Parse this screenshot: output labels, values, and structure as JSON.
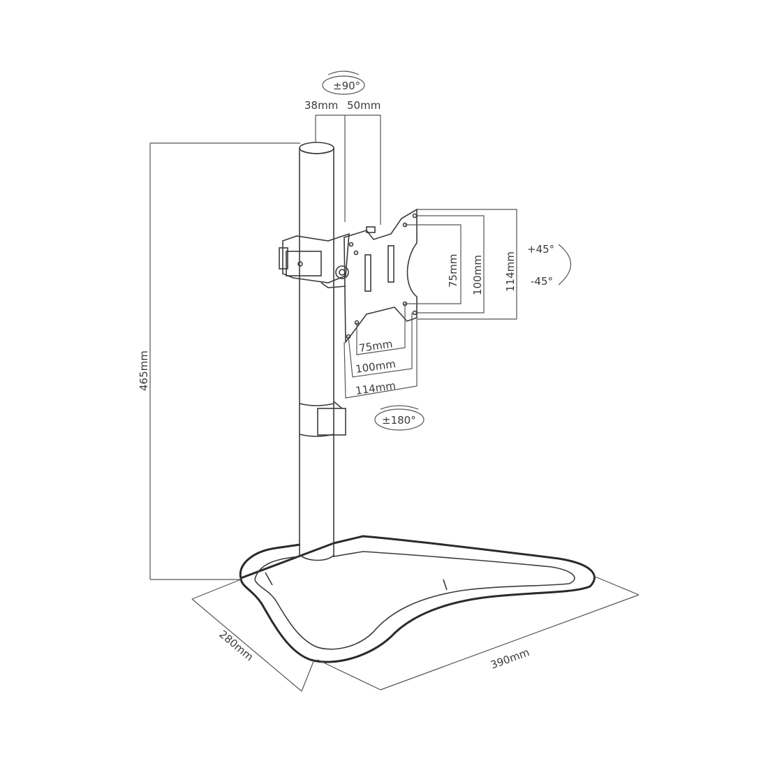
{
  "dimensions": {
    "height": "465mm",
    "depth": "280mm",
    "width": "390mm",
    "pole_diameter": "38mm",
    "plate_offset": "50mm"
  },
  "vesa": {
    "vertical": [
      "75mm",
      "100mm",
      "114mm"
    ],
    "horizontal": [
      "75mm",
      "100mm",
      "114mm"
    ]
  },
  "rotation": {
    "swivel": "±90°",
    "tilt_up": "+45°",
    "tilt_down": "-45°",
    "rotate": "±180°"
  },
  "colors": {
    "line": "#3a3a3a",
    "background": "#ffffff"
  }
}
